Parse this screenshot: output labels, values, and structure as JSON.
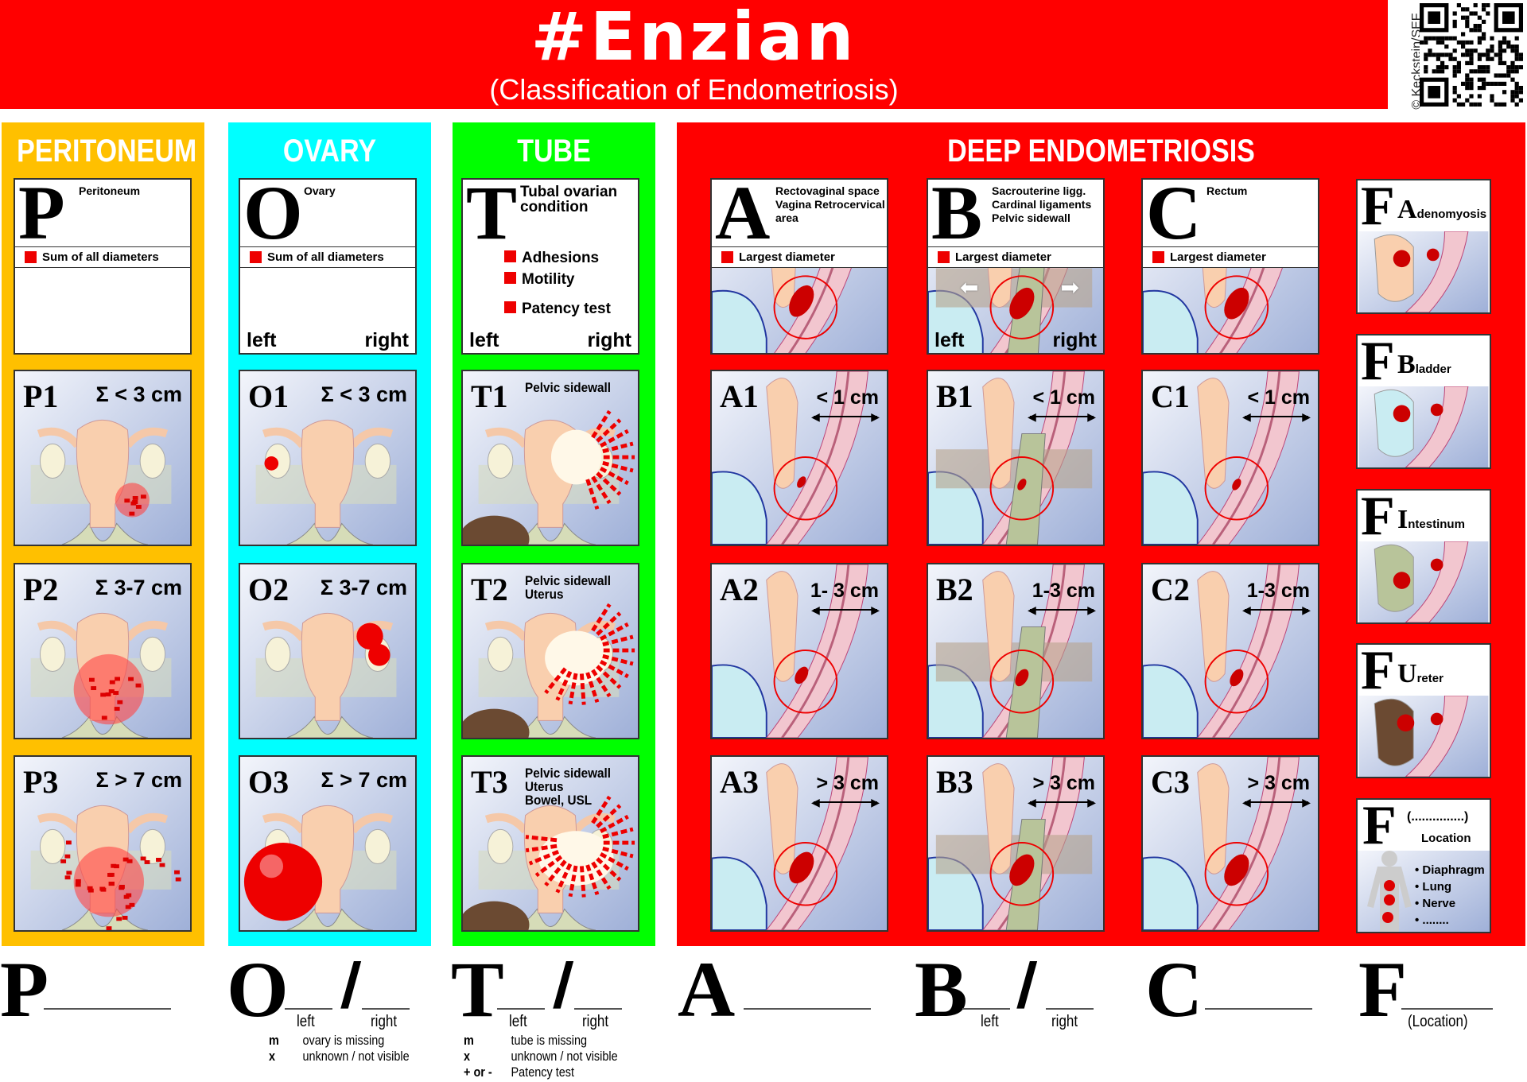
{
  "header": {
    "title": "#Enzian",
    "subtitle": "(Classification of Endometriosis)",
    "copyright": "© Keckstein/SEF"
  },
  "colors": {
    "red": "#ff0000",
    "peritoneum": "#ffc000",
    "ovary": "#00ffff",
    "tube": "#00ff00",
    "lesion": "#e00000"
  },
  "peritoneum": {
    "label": "PERITONEUM",
    "key": {
      "letter": "P",
      "title": "Peritoneum",
      "item": "Sum of all diameters"
    },
    "grades": [
      {
        "code": "P1",
        "size": "Σ < 3 cm"
      },
      {
        "code": "P2",
        "size": "Σ 3-7 cm"
      },
      {
        "code": "P3",
        "size": "Σ > 7 cm"
      }
    ]
  },
  "ovary": {
    "label": "OVARY",
    "key": {
      "letter": "O",
      "title": "Ovary",
      "item": "Sum of all diameters",
      "left": "left",
      "right": "right"
    },
    "grades": [
      {
        "code": "O1",
        "size": "Σ < 3 cm"
      },
      {
        "code": "O2",
        "size": "Σ 3-7 cm"
      },
      {
        "code": "O3",
        "size": "Σ > 7 cm"
      }
    ]
  },
  "tube": {
    "label": "TUBE",
    "key": {
      "letter": "T",
      "title": "Tubal ovarian condition",
      "items": [
        "Adhesions",
        "Motility",
        "Patency test"
      ],
      "left": "left",
      "right": "right"
    },
    "grades": [
      {
        "code": "T1",
        "sub": "Pelvic sidewall"
      },
      {
        "code": "T2",
        "sub": "Pelvic sidewall Uterus"
      },
      {
        "code": "T3",
        "sub": "Pelvic sidewall Uterus Bowel, USL"
      }
    ]
  },
  "deep": {
    "label": "DEEP ENDOMETRIOSIS",
    "A": {
      "key": {
        "letter": "A",
        "title": "Rectovaginal space Vagina Retrocervical area",
        "item": "Largest diameter"
      },
      "grades": [
        {
          "code": "A1",
          "size": "< 1 cm"
        },
        {
          "code": "A2",
          "size": "1- 3 cm"
        },
        {
          "code": "A3",
          "size": "> 3 cm"
        }
      ]
    },
    "B": {
      "key": {
        "letter": "B",
        "title": "Sacrouterine ligg. Cardinal ligaments Pelvic sidewall",
        "item": "Largest diameter",
        "left": "left",
        "right": "right"
      },
      "grades": [
        {
          "code": "B1",
          "size": "< 1 cm"
        },
        {
          "code": "B2",
          "size": "1-3 cm"
        },
        {
          "code": "B3",
          "size": "> 3 cm"
        }
      ]
    },
    "C": {
      "key": {
        "letter": "C",
        "title": "Rectum",
        "item": "Largest diameter"
      },
      "grades": [
        {
          "code": "C1",
          "size": "< 1 cm"
        },
        {
          "code": "C2",
          "size": "1-3 cm"
        },
        {
          "code": "C3",
          "size": "> 3 cm"
        }
      ]
    },
    "F": [
      {
        "letter": "F",
        "sub": "A",
        "rest": "denomyosis"
      },
      {
        "letter": "F",
        "sub": "B",
        "rest": "ladder"
      },
      {
        "letter": "F",
        "sub": "I",
        "rest": "ntestinum"
      },
      {
        "letter": "F",
        "sub": "U",
        "rest": "reter"
      }
    ],
    "F_location": {
      "letter": "F",
      "blank": "(...............)",
      "label": "Location",
      "list": [
        "• Diaphragm",
        "• Lung",
        "• Nerve",
        "• ........"
      ]
    }
  },
  "bottom": {
    "P": "P",
    "O": "O",
    "T": "T",
    "A": "A",
    "B": "B",
    "C": "C",
    "F": "F",
    "slash": "/",
    "left": "left",
    "right": "right",
    "location": "(Location)",
    "ovary_legend": [
      {
        "k": "m",
        "v": "ovary is missing"
      },
      {
        "k": "x",
        "v": "unknown / not visible"
      }
    ],
    "tube_legend": [
      {
        "k": "m",
        "v": "tube is missing"
      },
      {
        "k": "x",
        "v": "unknown / not visible"
      },
      {
        "k": "+ or -",
        "v": "Patency test"
      }
    ]
  }
}
